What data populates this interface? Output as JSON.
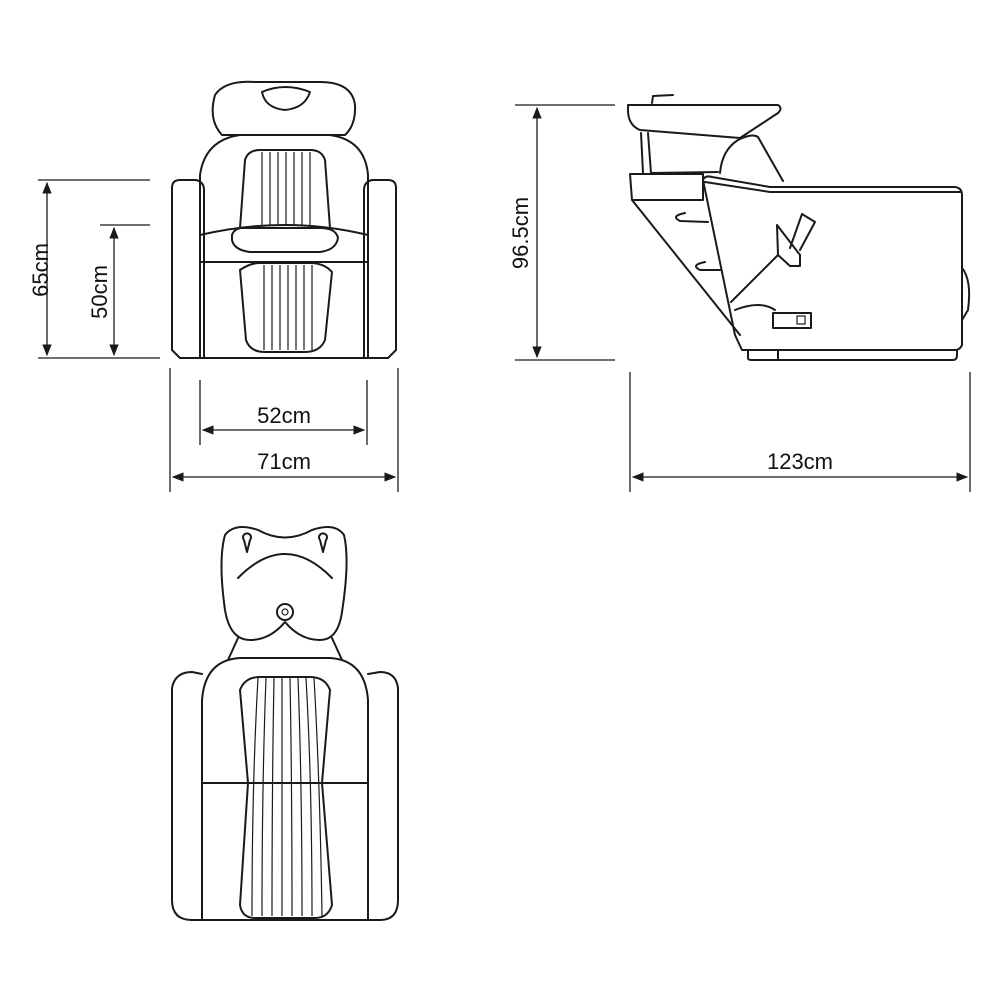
{
  "dimensions": {
    "front_height_total": "65cm",
    "front_seat_height": "50cm",
    "front_inner_width": "52cm",
    "front_total_width": "71cm",
    "side_height": "96.5cm",
    "side_length": "123cm"
  },
  "colors": {
    "line": "#1a1a1a",
    "background": "#ffffff"
  }
}
